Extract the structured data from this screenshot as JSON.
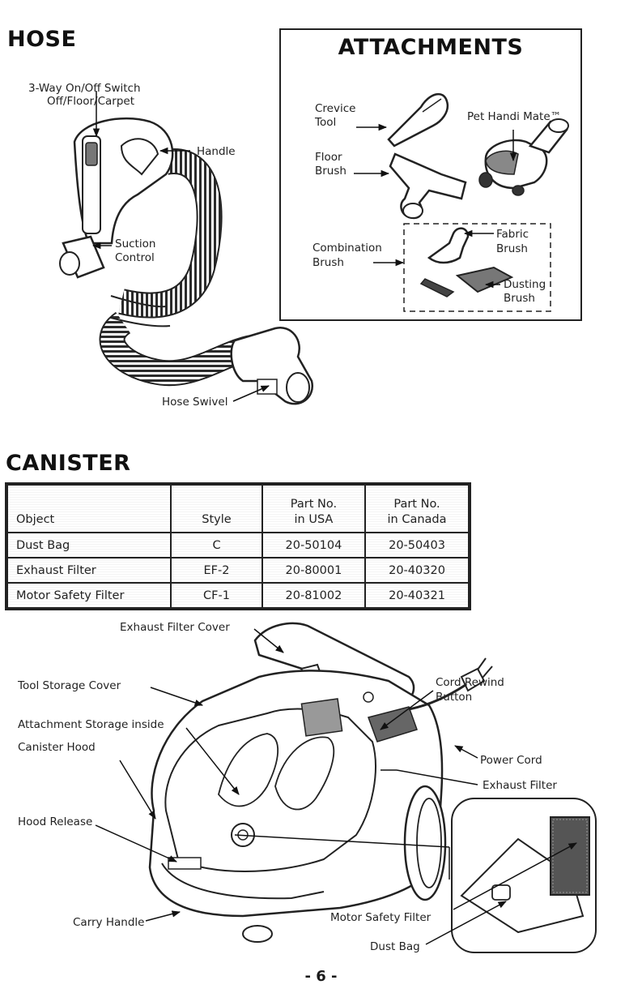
{
  "hose": {
    "title": "HOSE",
    "switch_label_line1": "3-Way On/Off Switch",
    "switch_label_line2": "Off/Floor/Carpet",
    "handle_label": "Handle",
    "suction_line1": "Suction",
    "suction_line2": "Control",
    "swivel_label": "Hose Swivel"
  },
  "attachments": {
    "title": "ATTACHMENTS",
    "crevice_line1": "Crevice",
    "crevice_line2": "Tool",
    "pet_label": "Pet Handi Mate™",
    "floor_line1": "Floor",
    "floor_line2": "Brush",
    "combo_line1": "Combination",
    "combo_line2": "Brush",
    "fabric_line1": "Fabric",
    "fabric_line2": "Brush",
    "dusting_line1": "Dusting",
    "dusting_line2": "Brush"
  },
  "canister": {
    "title": "CANISTER",
    "table": {
      "headers": {
        "object": "Object",
        "style": "Style",
        "usa_line1": "Part No.",
        "usa_line2": "in USA",
        "canada_line1": "Part No.",
        "canada_line2": "in Canada"
      },
      "rows": [
        {
          "object": "Dust Bag",
          "style": "C",
          "usa": "20-50104",
          "canada": "20-50403"
        },
        {
          "object": "Exhaust Filter",
          "style": "EF-2",
          "usa": "20-80001",
          "canada": "20-40320"
        },
        {
          "object": "Motor Safety Filter",
          "style": "CF-1",
          "usa": "20-81002",
          "canada": "20-40321"
        }
      ]
    },
    "labels": {
      "exhaust_filter_cover": "Exhaust Filter Cover",
      "tool_storage_cover": "Tool Storage Cover",
      "attachment_storage_line1": "Attachment Storage inside",
      "attachment_storage_line2": "Canister Hood",
      "hood_release": "Hood Release",
      "carry_handle": "Carry Handle",
      "cord_rewind_line1": "Cord Rewind",
      "cord_rewind_line2": "Button",
      "power_cord": "Power Cord",
      "exhaust_filter": "Exhaust Filter",
      "motor_safety_filter": "Motor Safety Filter",
      "dust_bag": "Dust Bag"
    }
  },
  "page_number": "- 6 -"
}
